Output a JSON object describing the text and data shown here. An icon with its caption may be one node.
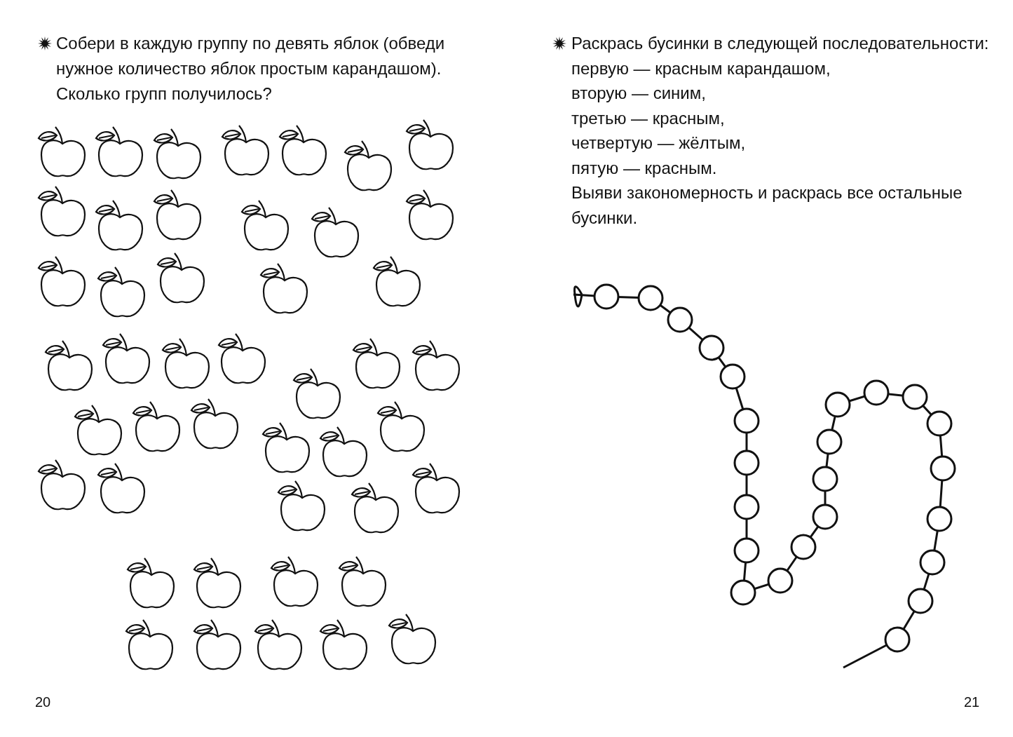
{
  "diagram": {
    "labels": [
      "Собери в каждую группу по девять яблок (обведи нужное количество яблок простым карандашом). Сколько групп получилось?",
      "Раскрась бусинки в следующей последовательности:",
      "первую — красным карандашом,",
      "вторую — синим,",
      "третью — красным,",
      "четвертую — жёлтым,",
      "пятую — красным.",
      "Выяви закономерность и раскрась все остальные бусинки.",
      "20",
      "21"
    ]
  }
}
